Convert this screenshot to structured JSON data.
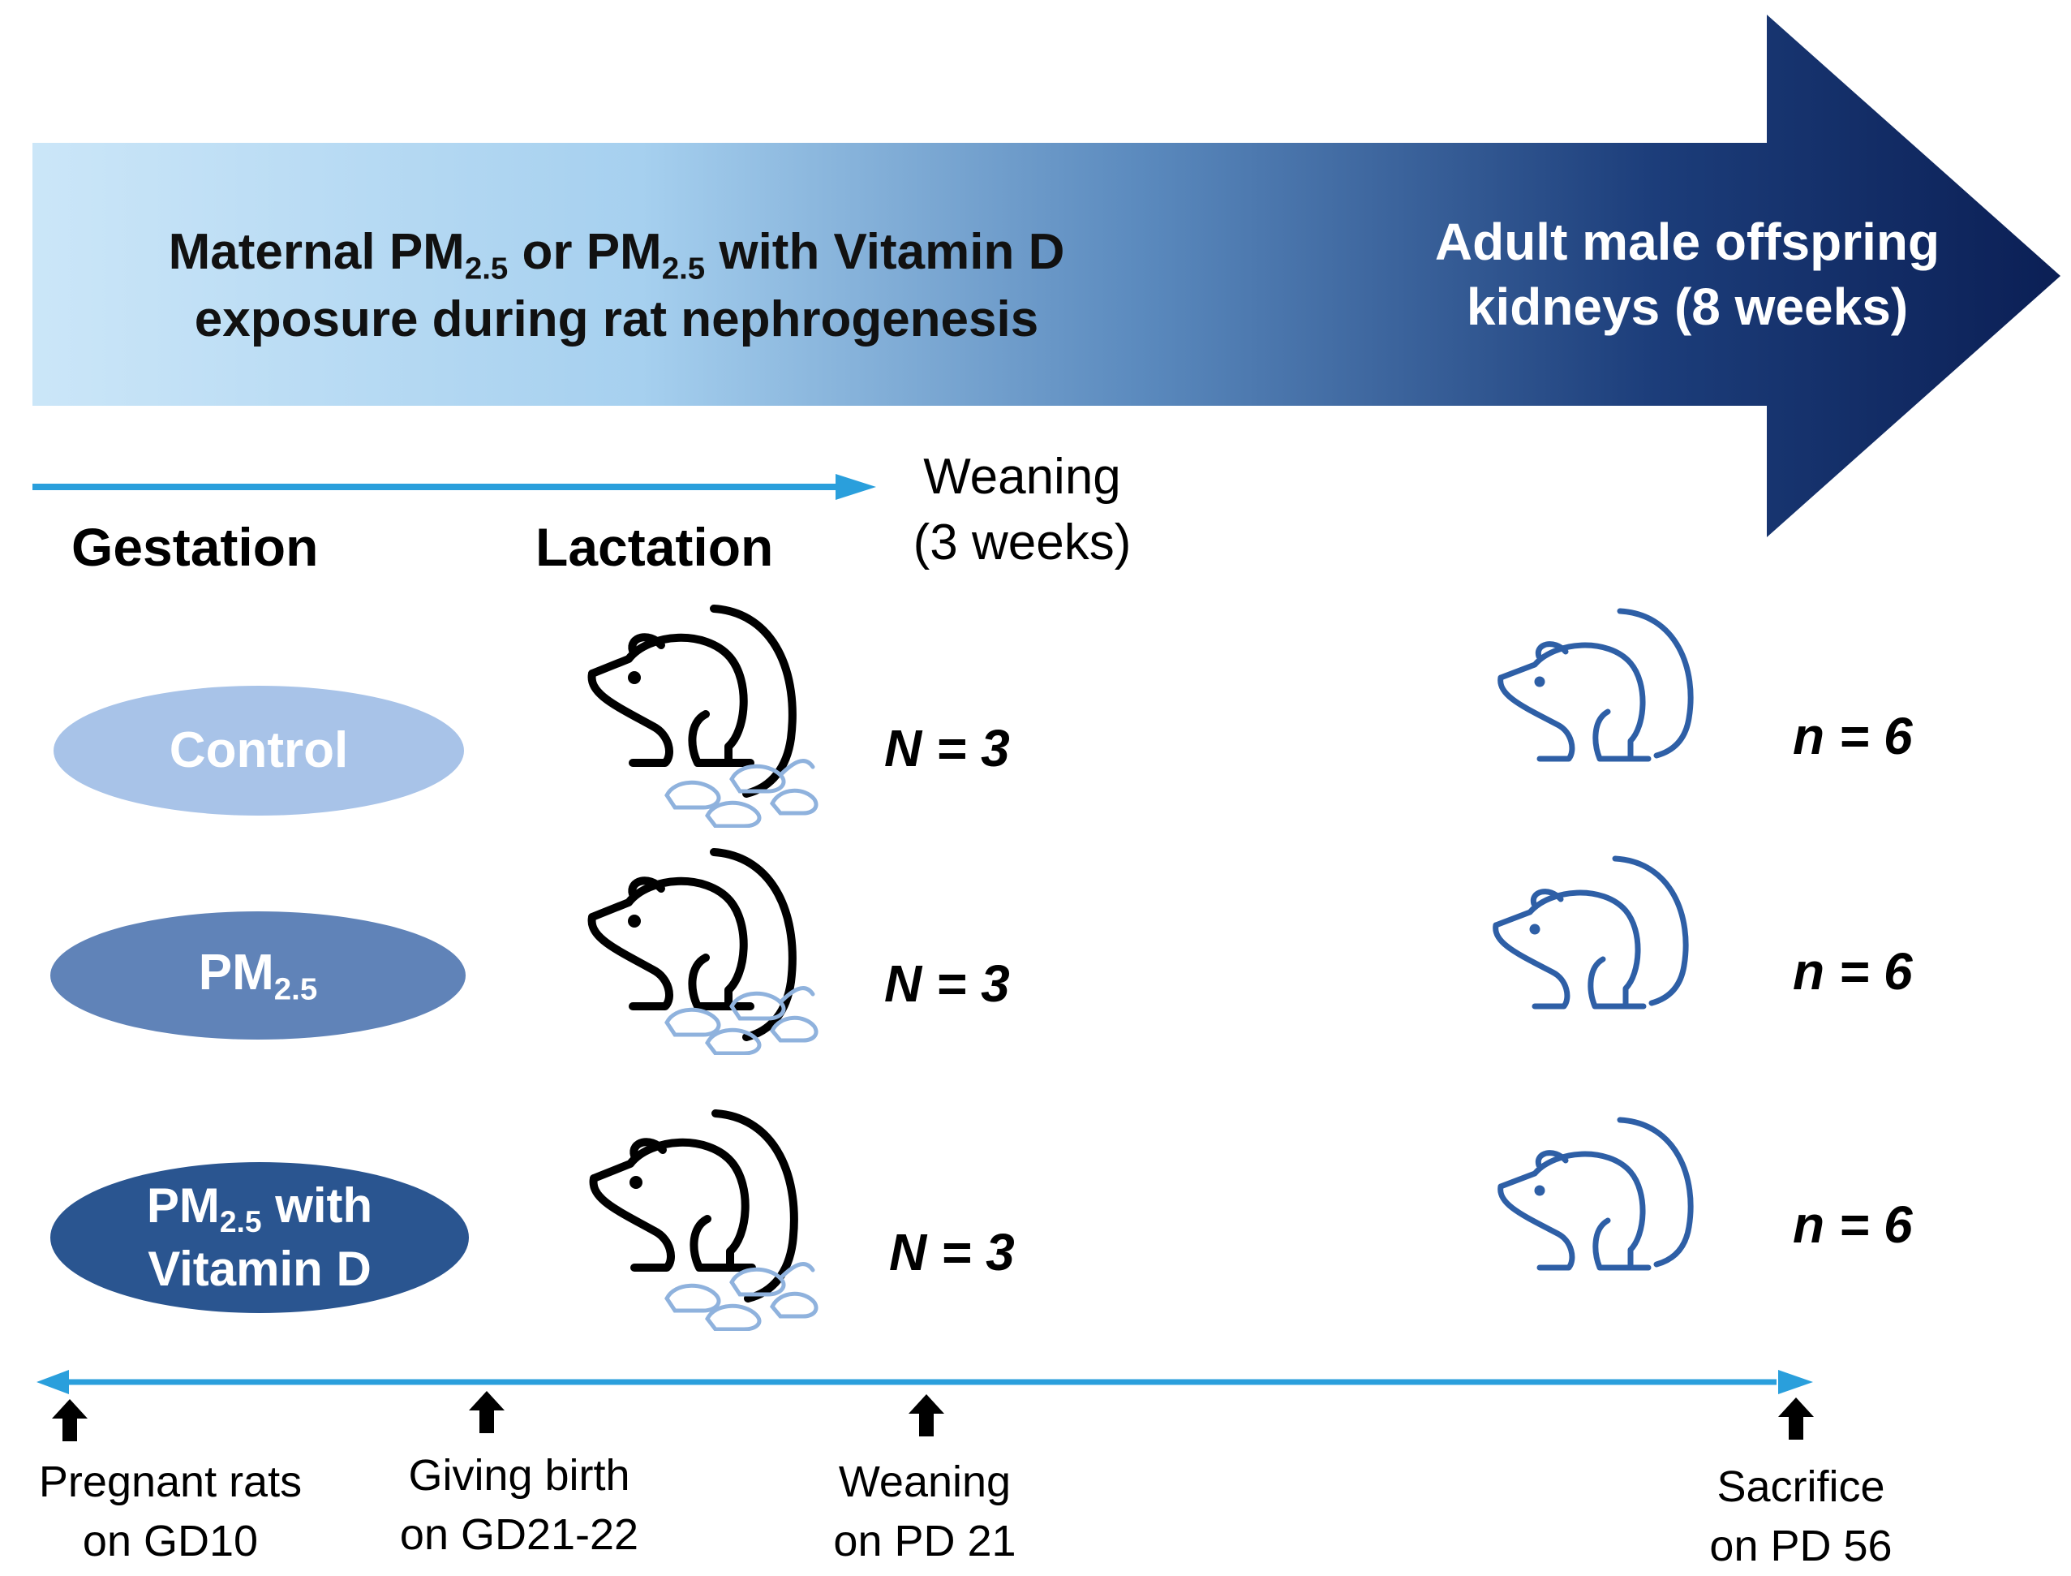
{
  "banner": {
    "left_text_line1_pre": "Maternal PM",
    "left_text_line1_sub1": "2.5",
    "left_text_line1_mid": " or PM",
    "left_text_line1_sub2": "2.5",
    "left_text_line1_post": " with Vitamin D",
    "left_text_line2": "exposure during rat nephrogenesis",
    "right_text_line1": "Adult male offspring",
    "right_text_line2": "kidneys (8 weeks)"
  },
  "phases": {
    "gestation": "Gestation",
    "lactation": "Lactation",
    "weaning_line1": "Weaning",
    "weaning_line2": "(3 weeks)"
  },
  "groups": [
    {
      "label_main": "Control",
      "label_sub": "",
      "label_post": "",
      "label_line2": "",
      "color": "#a8c3e8",
      "dam_count": "N = 3",
      "offspring_count": "n = 6"
    },
    {
      "label_main": "PM",
      "label_sub": "2.5",
      "label_post": "",
      "label_line2": "",
      "color": "#6083b8",
      "dam_count": "N = 3",
      "offspring_count": "n = 6"
    },
    {
      "label_main": "PM",
      "label_sub": "2.5",
      "label_post": " with",
      "label_line2": "Vitamin D",
      "color": "#2a5590",
      "dam_count": "N = 3",
      "offspring_count": "n = 6"
    }
  ],
  "timeline": [
    {
      "line1": "Pregnant rats",
      "line2": "on GD10"
    },
    {
      "line1": "Giving birth",
      "line2": "on GD21-22"
    },
    {
      "line1": "Weaning",
      "line2": "on PD 21"
    },
    {
      "line1": "Sacrifice",
      "line2": "on PD 56"
    }
  ],
  "colors": {
    "banner_start": "#c5e3f7",
    "banner_end": "#0b1f55",
    "timeline_line": "#2a9fdc",
    "adult_rat": "#2e5fa6",
    "pup": "#8fb2dd"
  },
  "icons": [
    "dam-rat-icon",
    "pups-icon",
    "adult-rat-icon",
    "up-arrow-icon"
  ]
}
